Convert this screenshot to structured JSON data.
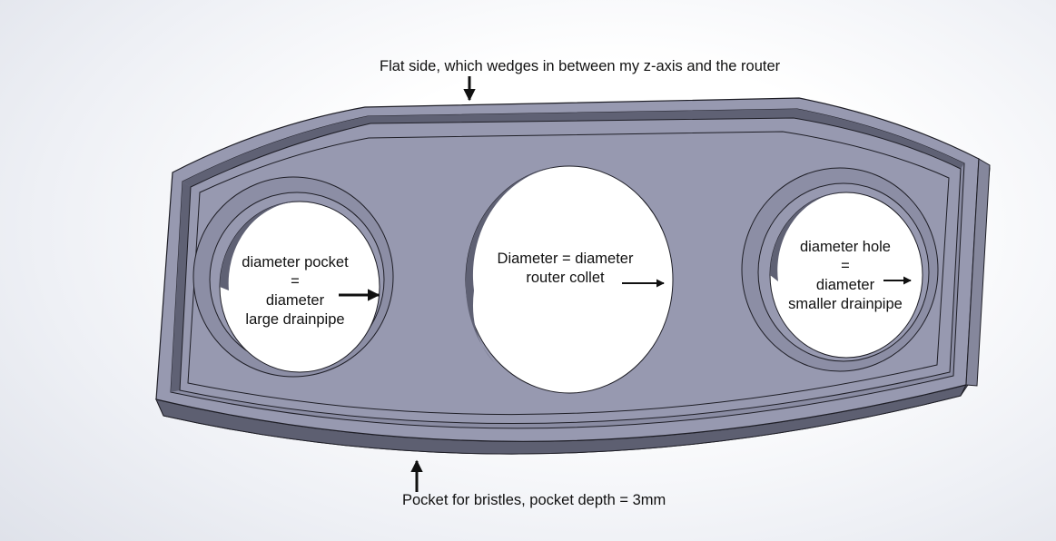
{
  "annotations": {
    "top": "Flat side, which wedges in between my z-axis and the router",
    "bottom": "Pocket for bristles, pocket depth = 3mm",
    "left": {
      "line1": "diameter pocket",
      "line2": "=",
      "line3": "diameter",
      "line4": "large drainpipe"
    },
    "center": {
      "line1": "Diameter = diameter",
      "line2": "router collet"
    },
    "right": {
      "line1": "diameter hole",
      "line2": "=",
      "line3": "diameter",
      "line4": "smaller drainpipe"
    }
  },
  "colors": {
    "face": "#9799b0",
    "side": "#7e8096",
    "dark_side": "#5d5f71",
    "hole": "#ffffff",
    "edge": "#1e1e26",
    "arrow": "#111111"
  }
}
